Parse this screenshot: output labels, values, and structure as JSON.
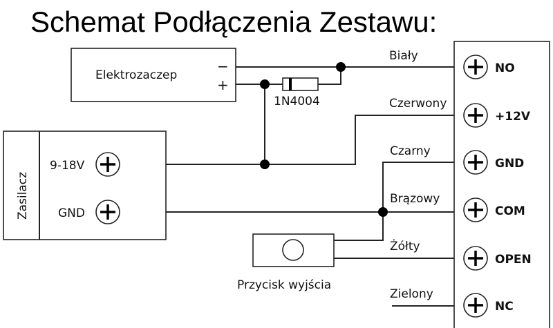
{
  "title": "Schemat Podłączenia Zestawu:",
  "lock": {
    "label": "Elektrozaczep",
    "minus": "−",
    "plus": "+"
  },
  "diode": {
    "label": "1N4004"
  },
  "psu": {
    "label": "Zasilacz",
    "terminals": [
      "9-18V",
      "GND"
    ]
  },
  "button": {
    "label": "Przycisk wyjścia"
  },
  "controller_terminals": [
    "NO",
    "+12V",
    "GND",
    "COM",
    "OPEN",
    "NC"
  ],
  "wire_colors": [
    "Biały",
    "Czerwony",
    "Czarny",
    "Brązowy",
    "Żółty",
    "Zielony"
  ]
}
